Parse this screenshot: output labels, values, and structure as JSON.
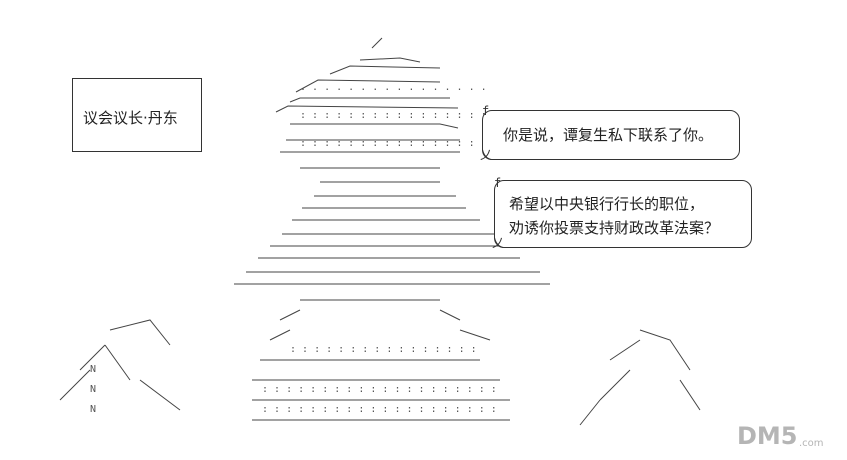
{
  "name_box": {
    "text": "议会议长·丹东"
  },
  "bubble1": {
    "text": "你是说，谭复生私下联系了你。"
  },
  "bubble2": {
    "line1": "希望以中央银行行长的职位，",
    "line2": "劝诱你投票支持财政改革法案？"
  },
  "logo": {
    "text": "DM5",
    "suffix": ".com",
    "color": "#b5b5b5"
  }
}
